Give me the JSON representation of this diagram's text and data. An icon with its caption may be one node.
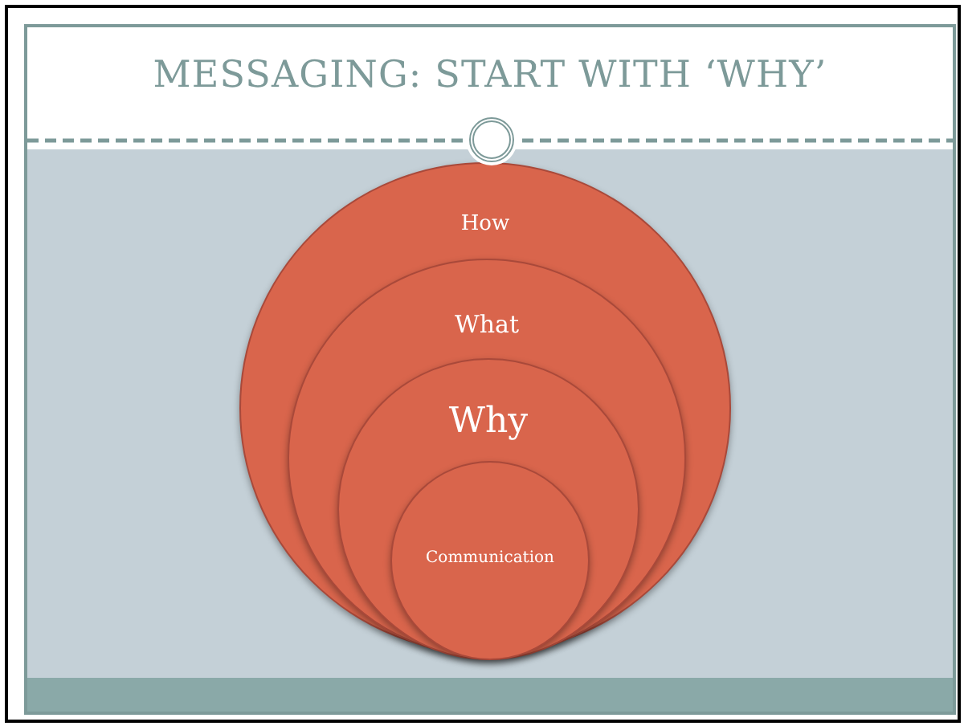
{
  "diagram": {
    "title": "MESSAGING: START WITH ‘WHY’",
    "nodes": [
      {
        "text": [
          "How"
        ]
      },
      {
        "text": [
          "What"
        ],
        "in": 0
      },
      {
        "text": [
          "Why"
        ],
        "in": 1
      },
      {
        "text": [
          "Communication"
        ],
        "in": 2
      }
    ]
  }
}
